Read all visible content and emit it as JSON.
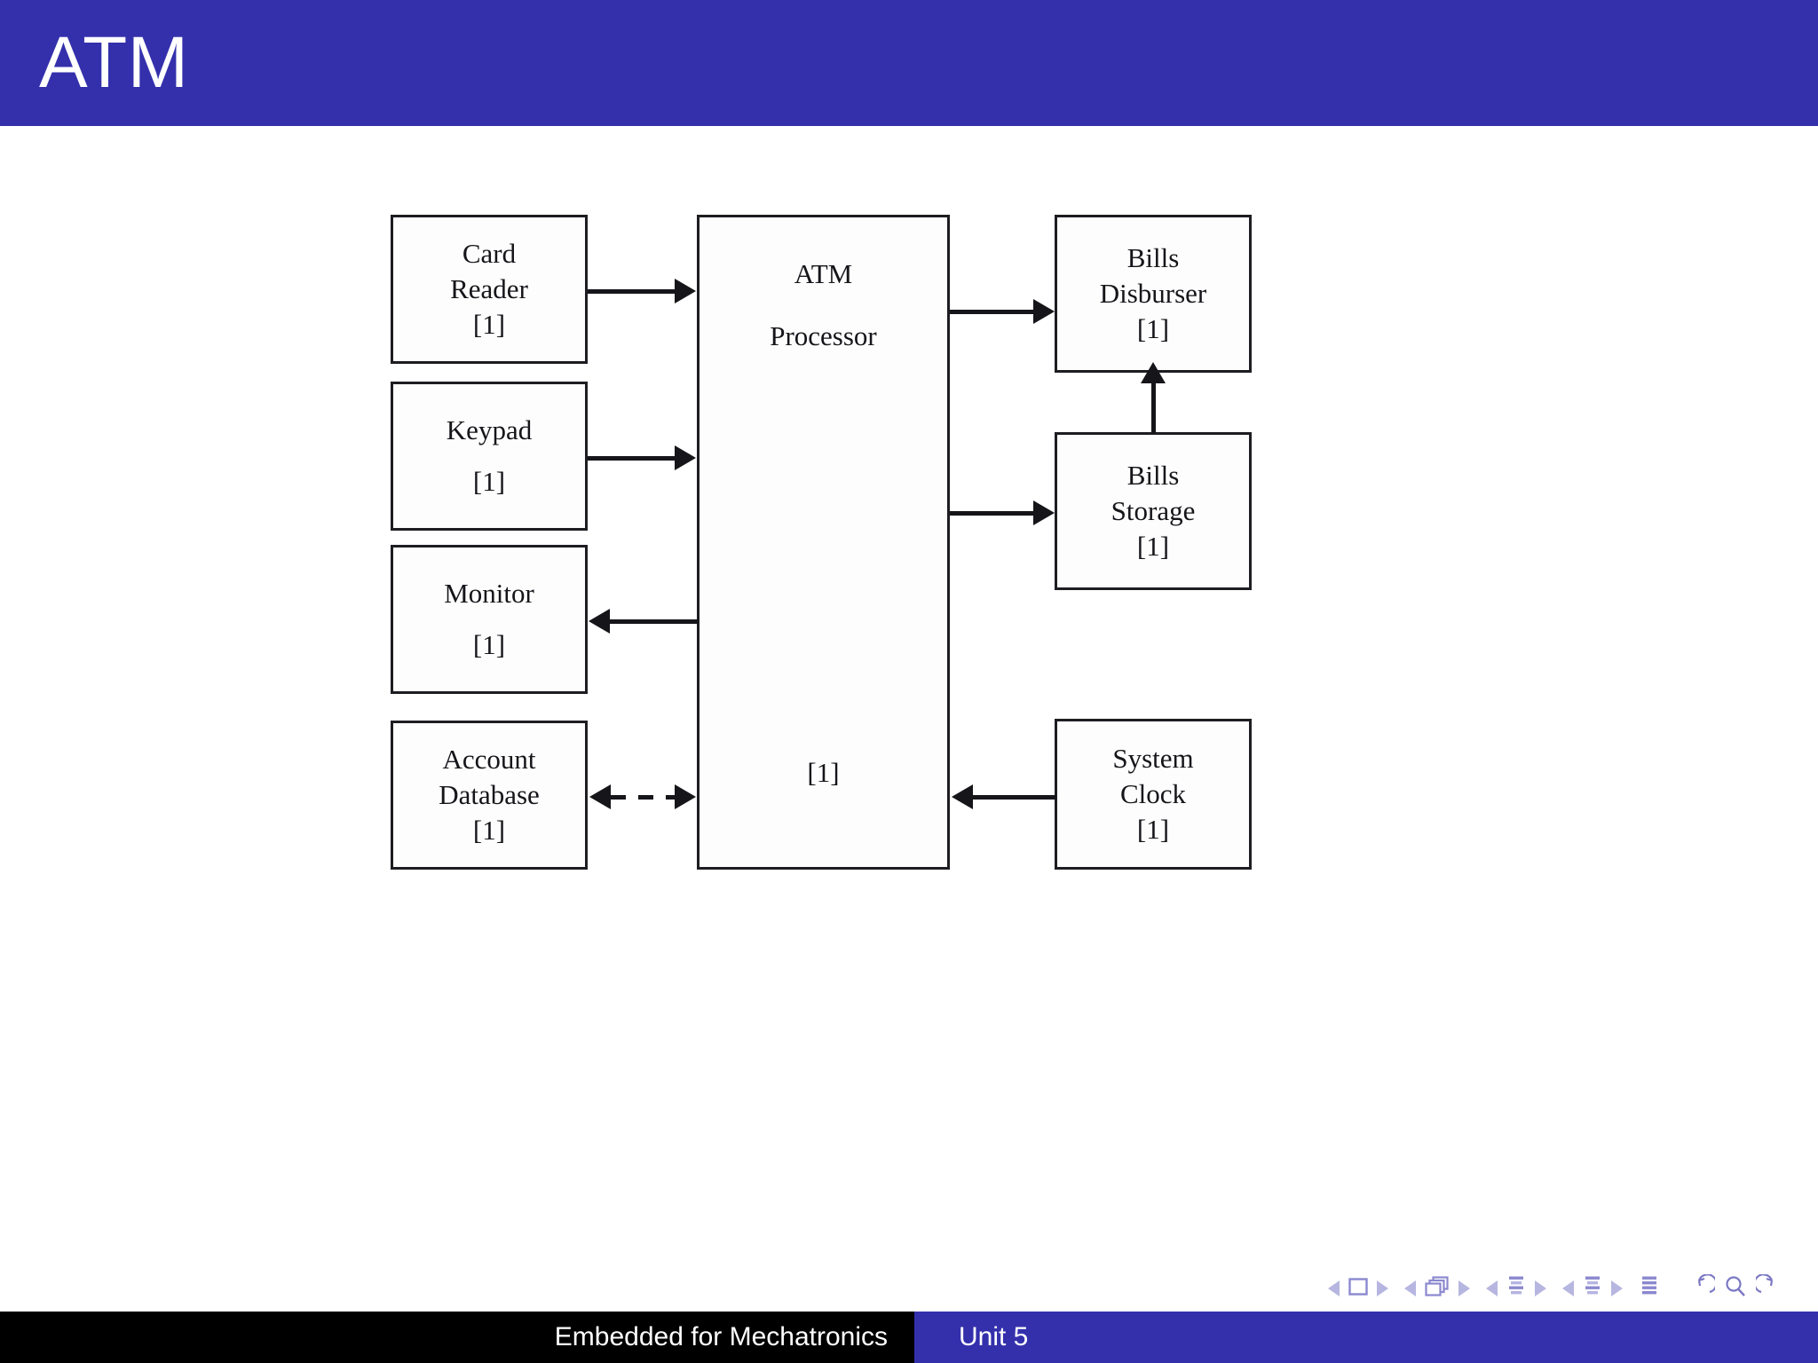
{
  "slide": {
    "title": "ATM",
    "title_bar_color": "#3430ac"
  },
  "diagram": {
    "type": "block-diagram",
    "boxes": [
      {
        "id": "card-reader",
        "lines": [
          "Card",
          "Reader"
        ],
        "multiplicity": "[1]"
      },
      {
        "id": "keypad",
        "lines": [
          "Keypad"
        ],
        "multiplicity": "[1]"
      },
      {
        "id": "monitor",
        "lines": [
          "Monitor"
        ],
        "multiplicity": "[1]"
      },
      {
        "id": "account-database",
        "lines": [
          "Account",
          "Database"
        ],
        "multiplicity": "[1]"
      },
      {
        "id": "atm-processor",
        "lines": [
          "ATM",
          "Processor"
        ],
        "multiplicity": "[1]"
      },
      {
        "id": "bills-disburser",
        "lines": [
          "Bills",
          "Disburser"
        ],
        "multiplicity": "[1]"
      },
      {
        "id": "bills-storage",
        "lines": [
          "Bills",
          "Storage"
        ],
        "multiplicity": "[1]"
      },
      {
        "id": "system-clock",
        "lines": [
          "System",
          "Clock"
        ],
        "multiplicity": "[1]"
      }
    ],
    "connections": [
      {
        "from": "card-reader",
        "to": "atm-processor",
        "style": "solid",
        "direction": "one-way"
      },
      {
        "from": "keypad",
        "to": "atm-processor",
        "style": "solid",
        "direction": "one-way"
      },
      {
        "from": "atm-processor",
        "to": "monitor",
        "style": "solid",
        "direction": "one-way"
      },
      {
        "from": "account-database",
        "to": "atm-processor",
        "style": "dashed",
        "direction": "two-way"
      },
      {
        "from": "atm-processor",
        "to": "bills-disburser",
        "style": "solid",
        "direction": "one-way"
      },
      {
        "from": "atm-processor",
        "to": "bills-storage",
        "style": "solid",
        "direction": "one-way"
      },
      {
        "from": "bills-storage",
        "to": "bills-disburser",
        "style": "solid",
        "direction": "one-way"
      },
      {
        "from": "system-clock",
        "to": "atm-processor",
        "style": "solid",
        "direction": "one-way"
      }
    ]
  },
  "boxes": {
    "card_reader": {
      "line1": "Card",
      "line2": "Reader",
      "mult": "[1]"
    },
    "keypad": {
      "line1": "Keypad",
      "mult": "[1]"
    },
    "monitor": {
      "line1": "Monitor",
      "mult": "[1]"
    },
    "account_database": {
      "line1": "Account",
      "line2": "Database",
      "mult": "[1]"
    },
    "atm_processor": {
      "line1": "ATM",
      "line2": "Processor",
      "mult": "[1]"
    },
    "bills_disburser": {
      "line1": "Bills",
      "line2": "Disburser",
      "mult": "[1]"
    },
    "bills_storage": {
      "line1": "Bills",
      "line2": "Storage",
      "mult": "[1]"
    },
    "system_clock": {
      "line1": "System",
      "line2": "Clock",
      "mult": "[1]"
    }
  },
  "navigation": {
    "icons": [
      "prev-slide-icon",
      "slide-icon",
      "next-slide-icon",
      "prev-frame-icon",
      "frame-icon",
      "next-frame-icon",
      "prev-subsection-icon",
      "subsection-icon",
      "next-subsection-icon",
      "prev-section-icon",
      "section-icon",
      "next-section-icon",
      "document-icon",
      "back-icon",
      "search-icon",
      "forward-icon"
    ],
    "color": "#6b68b8"
  },
  "footer": {
    "title": "Embedded for Mechatronics",
    "unit": "Unit 5",
    "left_bg": "#000000",
    "right_bg": "#3430ac"
  }
}
